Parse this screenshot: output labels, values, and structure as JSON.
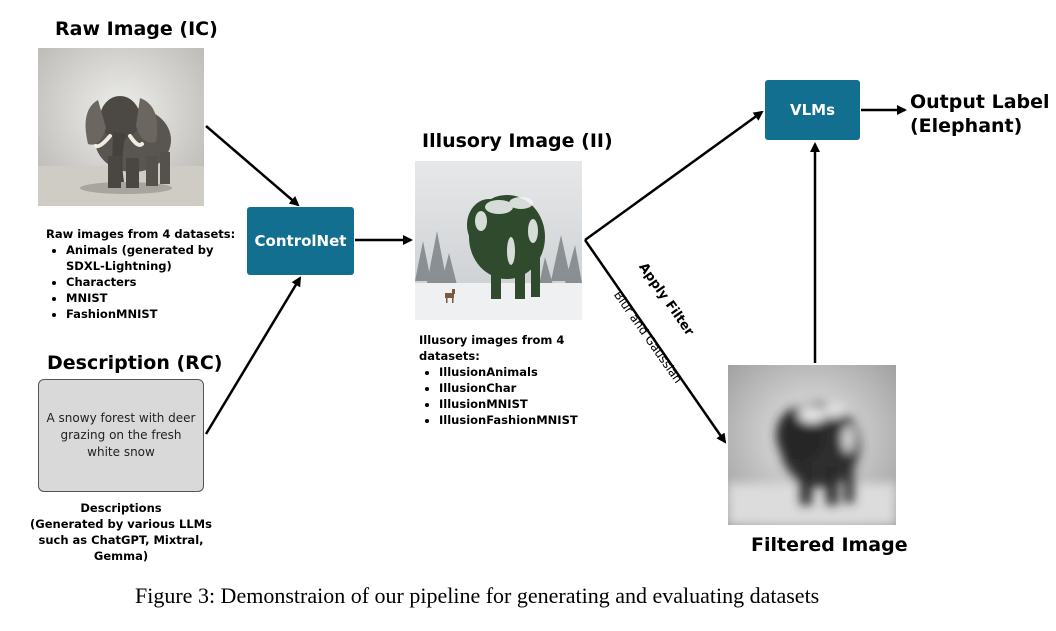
{
  "raw_image": {
    "heading": "Raw Image (IC)",
    "list_title": "Raw images from 4 datasets:",
    "items": [
      "Animals (generated by SDXL-Lightning)",
      "Characters",
      "MNIST",
      "FashionMNIST"
    ]
  },
  "description": {
    "heading": "Description (RC)",
    "text": "A snowy forest with deer grazing on the fresh white snow",
    "caption_lines": [
      "Descriptions",
      "(Generated by various LLMs",
      "such as ChatGPT, Mixtral,",
      "Gemma)"
    ]
  },
  "controlnet": {
    "label": "ControlNet"
  },
  "illusory": {
    "heading": "Illusory Image (II)",
    "list_title": "Illusory images from 4 datasets:",
    "items": [
      "IllusionAnimals",
      "IllusionChar",
      "IllusionMNIST",
      "IllusionFashionMNIST"
    ]
  },
  "filter": {
    "label": "Apply Filter",
    "sublabel": "Blur and Gaussian"
  },
  "vlms": {
    "label": "VLMs"
  },
  "output": {
    "line1": "Output Label",
    "line2": "(Elephant)"
  },
  "filtered": {
    "heading": "Filtered Image"
  },
  "figure_caption": "Figure 3: Demonstraion of our pipeline for generating and evaluating datasets",
  "colors": {
    "box": "#136f8f",
    "arrow": "#000000"
  }
}
